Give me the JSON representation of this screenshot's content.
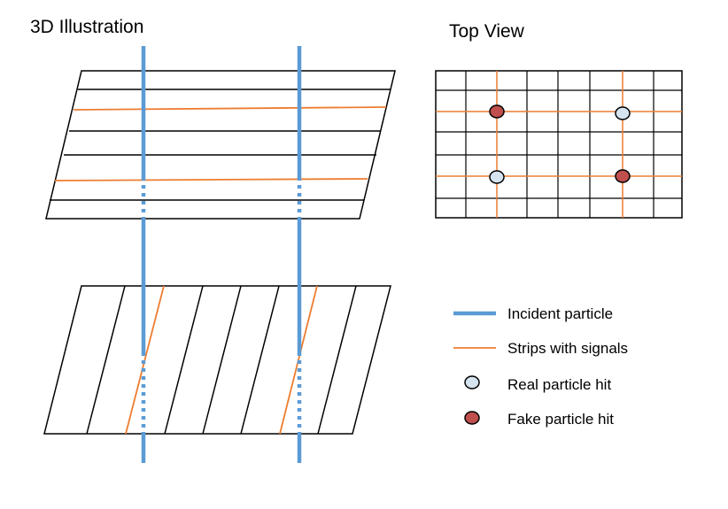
{
  "titles": {
    "illustration": "3D Illustration",
    "top_view": "Top View"
  },
  "legend": {
    "incident_particle": "Incident particle",
    "strips_with_signals": "Strips with signals",
    "real_hit": "Real particle hit",
    "fake_hit": "Fake particle hit"
  },
  "colors": {
    "particle": "#5b9bd5",
    "strip_signal": "#ed7d31",
    "real_hit_fill": "#d6e4f0",
    "fake_hit_fill": "#c0504d",
    "line": "#000000"
  }
}
